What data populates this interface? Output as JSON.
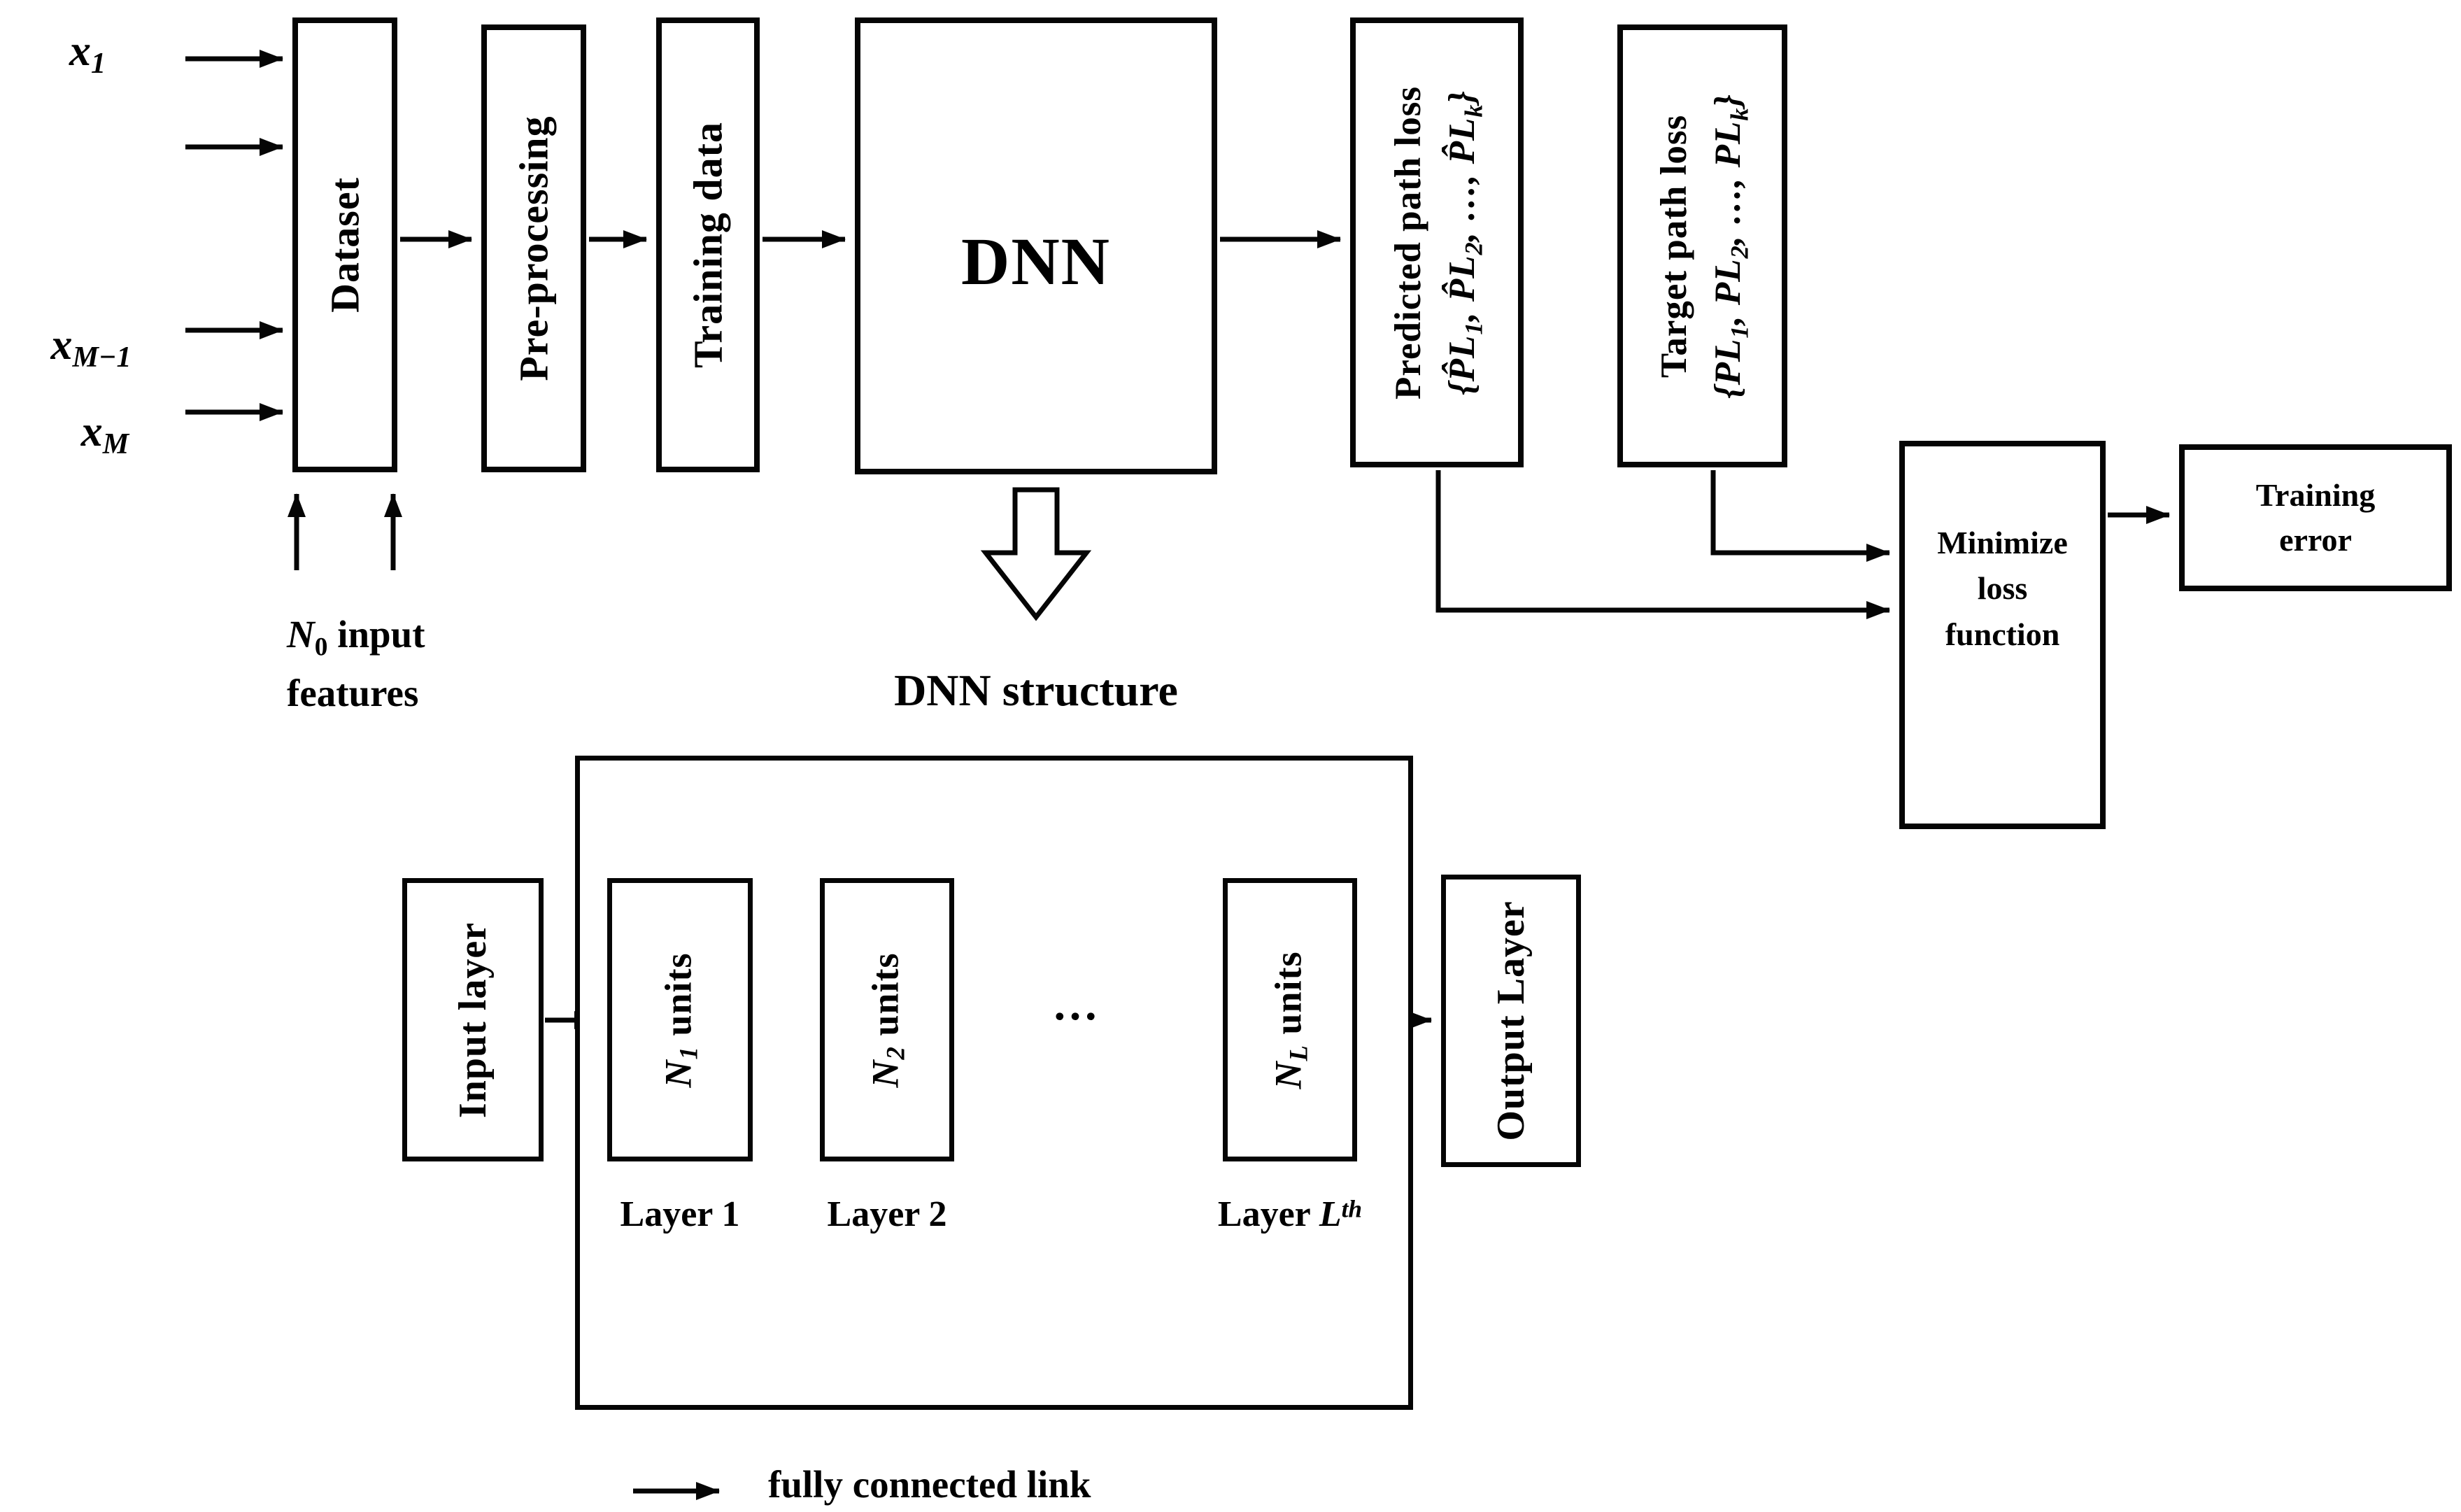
{
  "figure": {
    "inputs": {
      "x1": "<i>x</i><sub><i>1</i></sub>",
      "x_m_minus_1": "<i>x</i><sub><i>M</i>−<i>1</i></sub>",
      "x_m": "<i>x</i><sub><i>M</i></sub>",
      "note_line1": "<i>N</i><sub>0</sub> input",
      "note_line2": "features"
    },
    "top_row": {
      "dataset": "Dataset",
      "preprocessing": "Pre-processing",
      "training_data": "Training data",
      "dnn": "DNN",
      "predicted_title": "Predicted path loss",
      "predicted_values": "{<i>P̂L</i><sub><i>1</i></sub>, <i>P̂L</i><sub><i>2</i></sub>, …, <i>P̂L</i><sub><i>k</i></sub>}",
      "target_title": "Target path loss",
      "target_values": "{<i>PL</i><sub><i>1</i></sub>, <i>PL</i><sub><i>2</i></sub>, …, <i>PL</i><sub><i>k</i></sub>}",
      "minimize_line1": "Minimize",
      "minimize_line2": "loss",
      "minimize_line3": "function",
      "training_error_line1": "Training",
      "training_error_line2": "error"
    },
    "structure": {
      "title": "DNN structure",
      "input_layer": "Input layer",
      "layer1_units": "<i>N</i><sub><i>1</i></sub> units",
      "layer2_units": "<i>N</i><sub><i>2</i></sub> units",
      "layerL_units": "<i>N</i><sub><i>L</i></sub> units",
      "dots": "…",
      "layer1_label": "Layer 1",
      "layer2_label": "Layer 2",
      "layerL_label": "Layer <i>L</i><sup><i>th</i></sup>",
      "output_layer": "Output Layer"
    },
    "legend": {
      "fully_connected": "fully connected link"
    }
  }
}
